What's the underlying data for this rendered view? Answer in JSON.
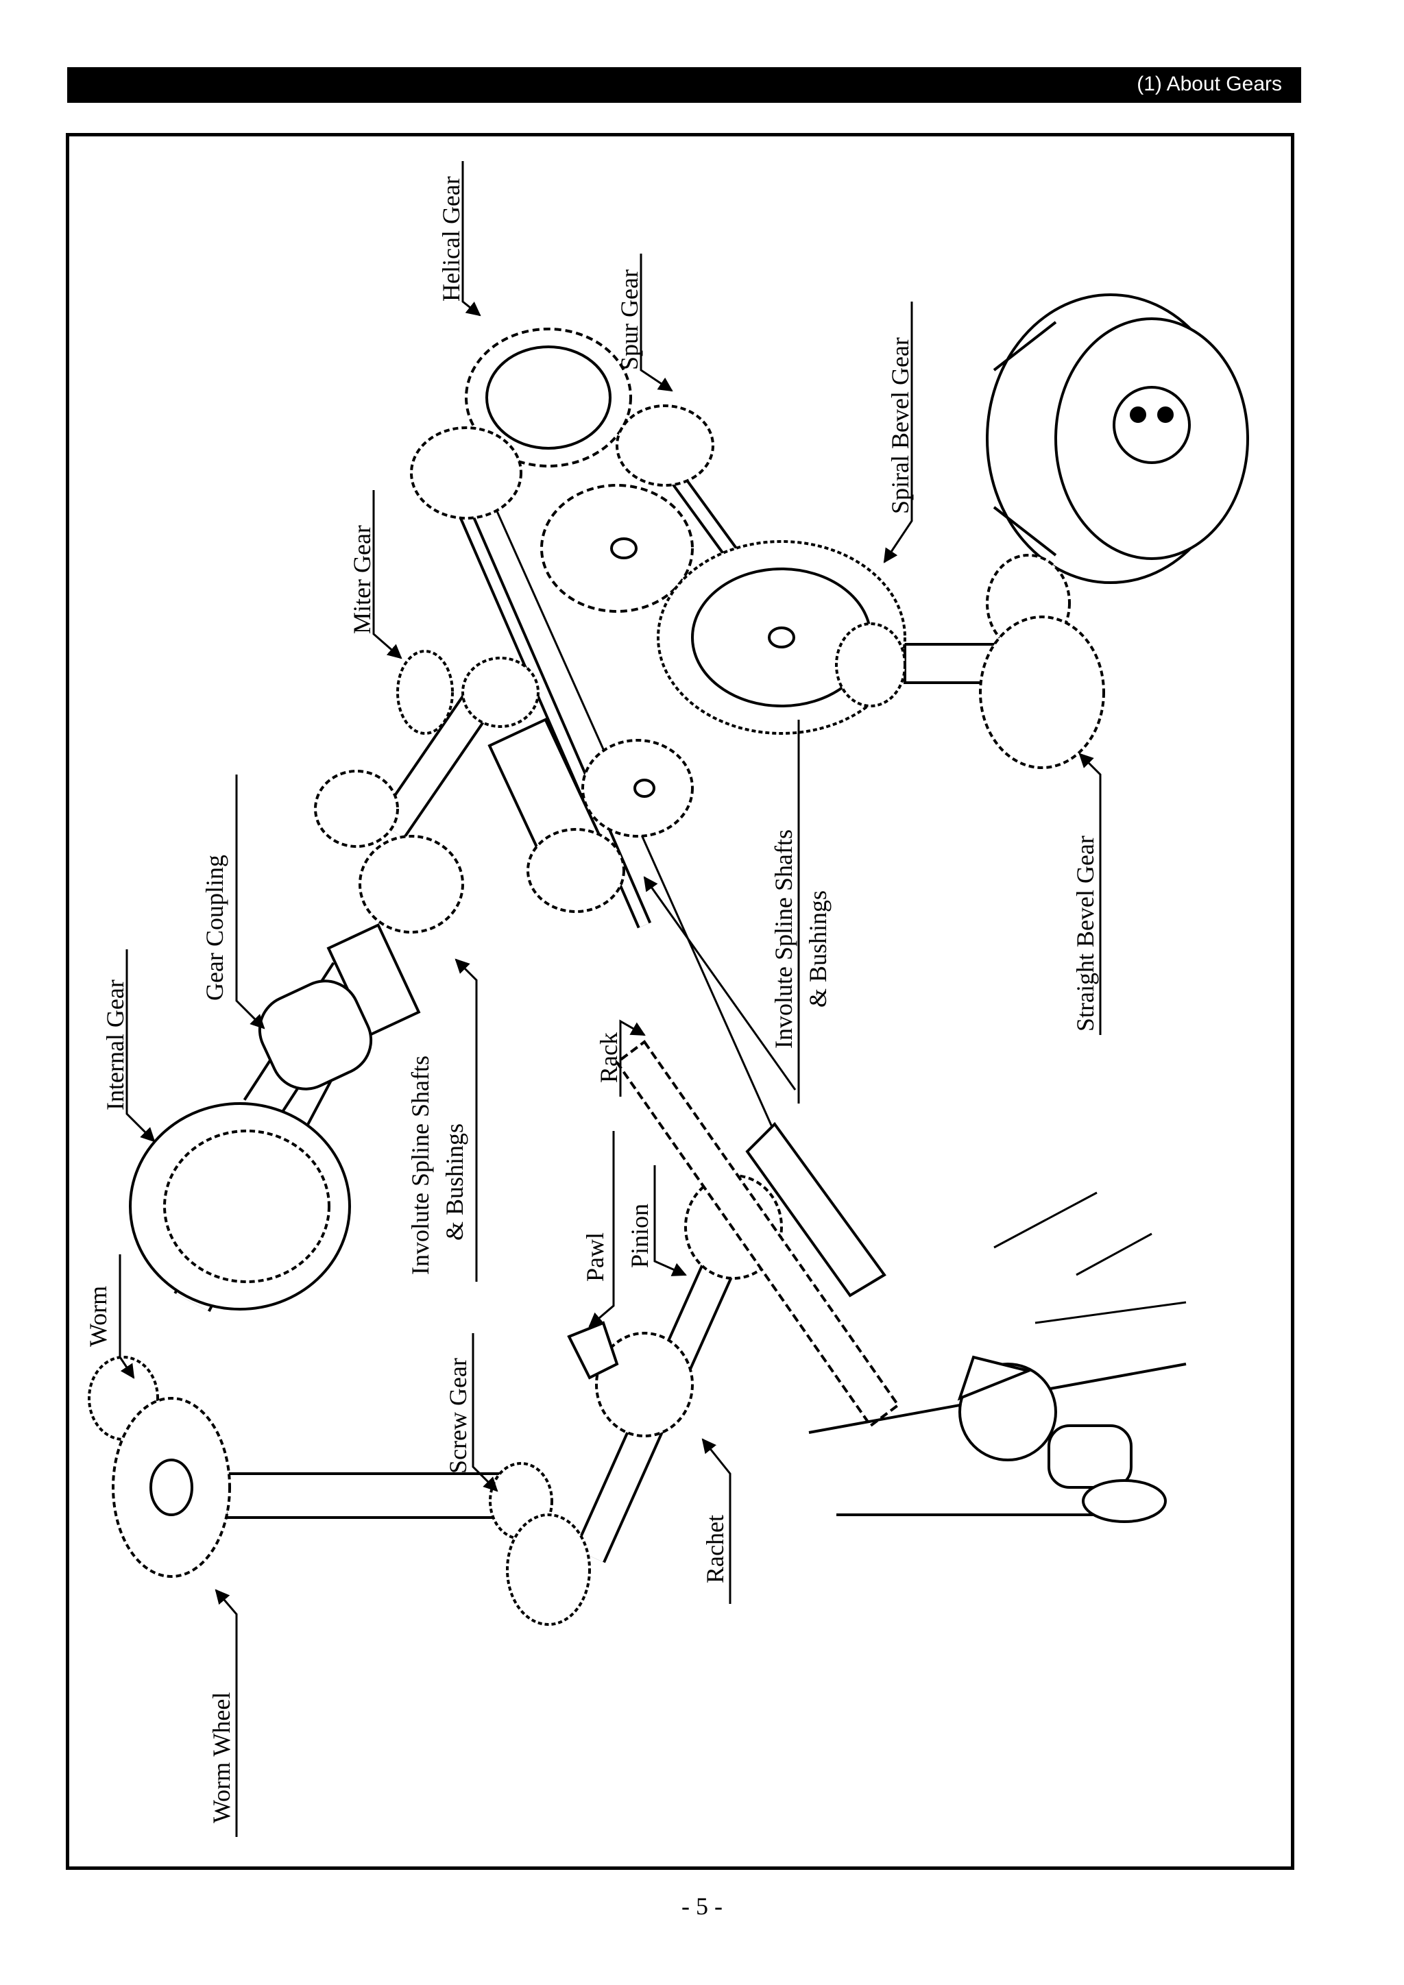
{
  "header": {
    "title": "(1) About Gears"
  },
  "labels": {
    "helical_gear": "Helical Gear",
    "spur_gear": "Spur Gear",
    "spiral_bevel_gear": "Spiral Bevel Gear",
    "miter_gear": "Miter Gear",
    "gear_coupling": "Gear Coupling",
    "internal_gear": "Internal Gear",
    "involute_spline_left_1": "Involute Spline Shafts",
    "involute_spline_left_2": "& Bushings",
    "involute_spline_right_1": "Involute Spline Shafts",
    "involute_spline_right_2": "& Bushings",
    "straight_bevel_gear": "Straight Bevel Gear",
    "rack": "Rack",
    "pawl": "Pawl",
    "pinion": "Pinion",
    "worm": "Worm",
    "screw_gear": "Screw Gear",
    "rachet": "Rachet",
    "worm_wheel": "Worm Wheel"
  },
  "footer": {
    "page_number": "- 5 -"
  }
}
